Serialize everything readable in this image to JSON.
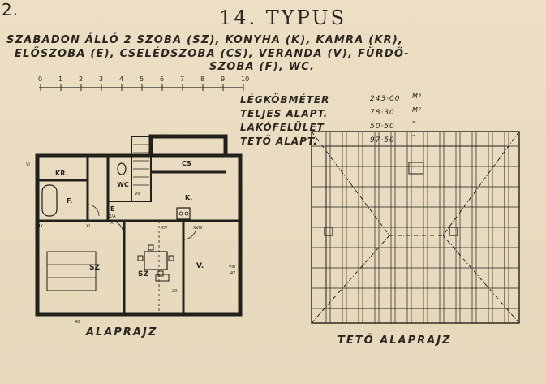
{
  "page_number": "2.",
  "title": "14. TYPUS",
  "description_lines": [
    "SZABADON ÁLLÓ 2 SZOBA (SZ), KONYHA (K), KAMRA (KR),",
    "ELŐSZOBA (E), CSELÉDSZOBA (CS), VERANDA (V), FÜRDŐ-",
    "SZOBA (F), WC."
  ],
  "scale": {
    "ticks": [
      "0",
      "1",
      "2",
      "3",
      "4",
      "5",
      "6",
      "7",
      "8",
      "9",
      "10"
    ]
  },
  "stats": [
    {
      "label": "LÉGKÖBMÉTER",
      "value": "243·00",
      "unit": "M³"
    },
    {
      "label": "TELJES ALAPT.",
      "value": "78·30",
      "unit": "M²"
    },
    {
      "label": "LAKÓFELÜLET",
      "value": "50·50",
      "unit": "\""
    },
    {
      "label": "TETŐ ALAPT.",
      "value": "97·50",
      "unit": "\""
    }
  ],
  "floor_plan": {
    "caption": "ALAPRAJZ",
    "rooms": {
      "kr": "KR.",
      "f": "F.",
      "wc": "WC",
      "cs": "CS",
      "k": "K.",
      "e": "E",
      "sz1": "SZ",
      "sz2": "SZ",
      "v": "V."
    },
    "marks": {
      "vi": "VI",
      "vii": "VII",
      "viii": "VIII",
      "ix": "IX",
      "x": "X",
      "xa": "X/A",
      "xi": "XI",
      "xiv": "XIV",
      "xviii": "XVIII",
      "n20": "20",
      "n47": "47",
      "n40": "40"
    }
  },
  "roof_plan": {
    "caption": "TETŐ ALAPRAJZ"
  }
}
